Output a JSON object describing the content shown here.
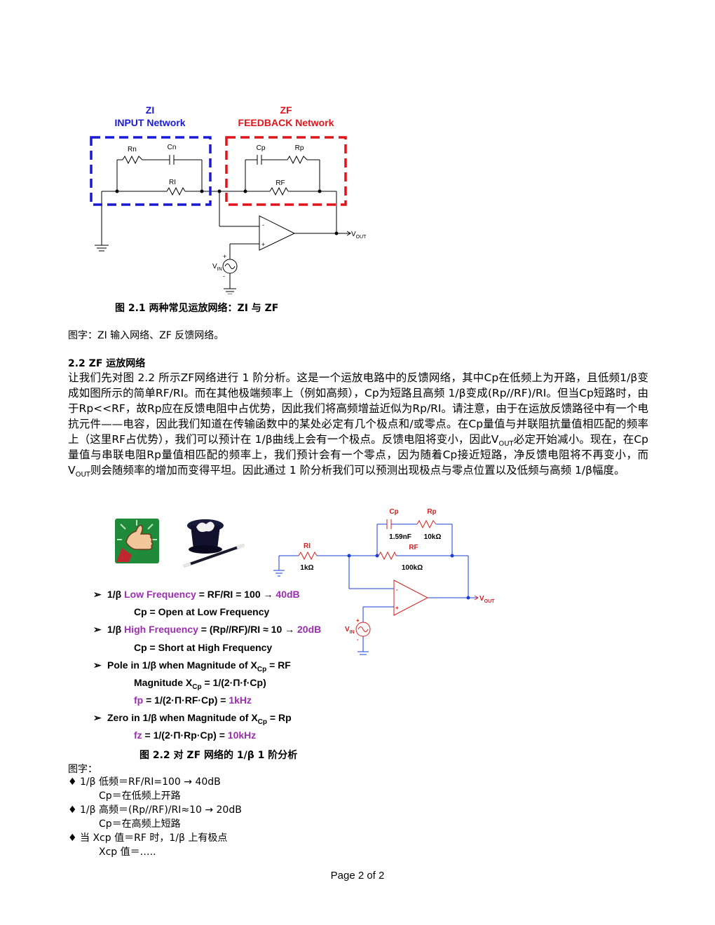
{
  "figure1": {
    "zi_title": "ZI",
    "zi_subtitle": "INPUT Network",
    "zf_title": "ZF",
    "zf_subtitle": "FEEDBACK Network",
    "labels": {
      "rn": "Rn",
      "cn": "Cn",
      "ri": "RI",
      "cp": "Cp",
      "rp": "Rp",
      "rf": "RF",
      "vout": "V",
      "vout_sub": "OUT",
      "vin": "V",
      "vin_sub": "IN",
      "minus": "-",
      "plus": "+"
    },
    "caption": "图 2.1  两种常见运放网络：ZI 与 ZF",
    "note": "图字：ZI 输入网络、ZF 反馈网络。"
  },
  "section": {
    "heading": "2.2  ZF 运放网络",
    "p1": "让我们先对图 2.2 所示ZF网络进行 1 阶分析。这是一个运放电路中的反馈网络，其中Cp在低频上为开路，且低频1/β变成如图所示的简单RF/RI。而在其他极端频率上（例如高频），Cp为短路且高频 1/β变成(Rp//RF)/RI。但当Cp短路时，由于Rp<<RF，故Rp应在反馈电阻中占优势，因此我们将高频增益近似为Rp/RI。请注意，由于在运放反馈路径中有一个电抗元件——电容，因此我们知道在传输函数中的某处必定有几个极点和/或零点。在Cp量值与并联阻抗量值相匹配的频率上（这里RF占优势），我们可以预计在 1/β曲线上会有一个极点。反馈电阻将变小，因此V",
    "p1_sub": "OUT",
    "p2": "必定开始减小。现在，在Cp量值与串联电阻Rp量值相匹配的频率上，我们预计会有一个零点，因为随着Cp接近短路，净反馈电阻将不再变小，而V",
    "p2_sub": "OUT",
    "p3": "则会随频率的增加而变得平坦。因此通过 1 阶分析我们可以预测出现极点与零点位置以及低频与高频 1/β幅度。"
  },
  "figure2": {
    "circuit": {
      "cp": "Cp",
      "rp": "Rp",
      "cp_val": "1.59nF",
      "rp_val": "10kΩ",
      "ri": "RI",
      "ri_val": "1kΩ",
      "rf": "RF",
      "rf_val": "100kΩ",
      "vout": "V",
      "vout_sub": "OUT",
      "vin": "V",
      "vin_sub": "IN",
      "minus": "-",
      "plus": "+"
    },
    "bullets": {
      "b1_pre": "1/β ",
      "b1_hl": "Low Frequency",
      "b1_mid": " = RF/RI = 100 ",
      "b1_val": "40dB",
      "b1_sub": "Cp = Open at Low Frequency",
      "b2_pre": "1/β ",
      "b2_hl": "High Frequency",
      "b2_mid": " = (Rp//RF)/RI ≈ 10 ",
      "b2_val": "20dB",
      "b2_sub": "Cp = Short at High Frequency",
      "b3": "Pole in 1/β when Magnitude of X",
      "b3_sub": "Cp",
      "b3_end": " = RF",
      "b3_l2": "Magnitude X",
      "b3_l2_sub": "Cp",
      "b3_l2_end": " = 1/(2·Π·f·Cp)",
      "b3_l3_hl": "fp",
      "b3_l3_mid": " = 1/(2·Π·RF·Cp) = ",
      "b3_l3_val": "1kHz",
      "b4": "Zero in 1/β when Magnitude of X",
      "b4_sub": "Cp",
      "b4_end": " = Rp",
      "b4_l2_hl": "fz",
      "b4_l2_mid": " = 1/(2·Π·Rp·Cp) = ",
      "b4_l2_val": "10kHz",
      "arrow": "→"
    },
    "caption": "图 2.2  对 ZF 网络的 1/β 1 阶分析"
  },
  "notes": {
    "title": "图字：",
    "items": [
      {
        "l1": "1/β 低频＝RF/RI=100 → 40dB",
        "l2": "Cp＝在低频上开路"
      },
      {
        "l1": "1/β 高频＝(Rp//RF)/RI≈10 → 20dB",
        "l2": "Cp＝在高频上短路"
      },
      {
        "l1": "当 Xcp 值＝RF 时，1/β 上有极点",
        "l2": "Xcp 值＝….."
      }
    ],
    "bullet": "♦"
  },
  "footer": {
    "page": "Page 2 of 2"
  },
  "colors": {
    "zi": "#1a1ad4",
    "zf": "#e0141c",
    "highlight": "#9b2fae",
    "circuit_red": "#d42020",
    "wire_blue": "#1a3fd4"
  }
}
